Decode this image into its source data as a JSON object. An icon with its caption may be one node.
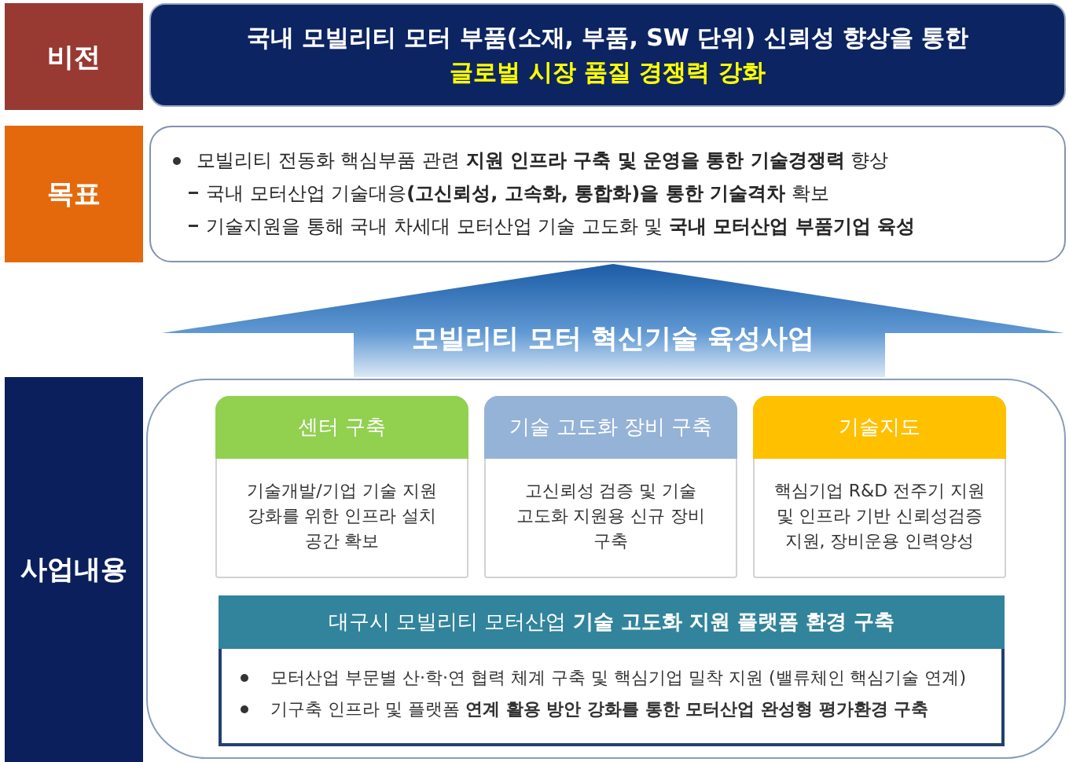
{
  "diagram": {
    "nodes": [
      {
        "text": [
          "비전"
        ]
      },
      {
        "text": [
          "국내 모빌리티 모터 부품(소재, 부품, SW 단위) 신뢰성 향상을 통한",
          "글로벌 시장 품질 경쟁력 강화"
        ]
      },
      {
        "text": [
          "목표"
        ]
      },
      {
        "text": [
          "모빌리티 전동화 핵심부품 관련 **지원 인프라 구축 및 운영을 통한 기술경쟁력** 향상",
          "국내 모터산업 기술대응**(고신뢰성, 고속화, 통합화)을 통한 기술격차** 확보",
          "기술지원을 통해 국내 차세대 모터산업 기술 고도화 및 **국내 모터산업 부품기업 육성**"
        ]
      },
      {
        "text": [
          "모빌리티 모터 혁신기술 육성사업"
        ]
      },
      {
        "text": [
          "사업내용"
        ]
      },
      {
        "text": [],
        "shape": "box"
      },
      {
        "text": [
          "센터 구축",
          "기술개발/기업 기술 지원 강화를 위한 인프라 설치 공간 확보"
        ],
        "in": 6
      },
      {
        "text": [
          "기술 고도화 장비 구축",
          "고신뢰성 검증 및 기술 고도화 지원용 신규 장비 구축"
        ],
        "in": 6
      },
      {
        "text": [
          "기술지도",
          "핵심기업 R&D 전주기 지원 및 인프라 기반 신뢰성검증 지원, 장비운용 인력양성"
        ],
        "in": 6
      },
      {
        "text": [
          "대구시 모빌리티 모터산업 **기술 고도화 지원 플랫폼 환경 구축**",
          "모터산업 부문별 산·학·연 협력 체계 구축 및 핵심기업 밀착 지원 (밸류체인 핵심기술 연계)",
          "기구축 인프라 및 플랫폼 **연계 활용 방안 강화를 통한 모터산업 완성형 평가환경 구축**"
        ],
        "in": 6
      }
    ]
  }
}
